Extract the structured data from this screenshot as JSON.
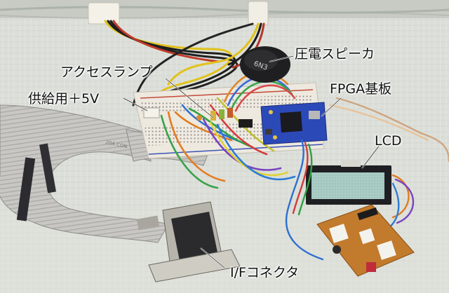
{
  "labels": {
    "piezo": "圧電スピーカ",
    "access_lamp": "アクセスランプ",
    "fpga_board": "FPGA基板",
    "power": "供給用＋5V",
    "lcd": "LCD",
    "connector": "I/Fコネクタ"
  },
  "printed_text": {
    "piezo_marking": "6N3",
    "ribbon_marking": "20A CON"
  }
}
